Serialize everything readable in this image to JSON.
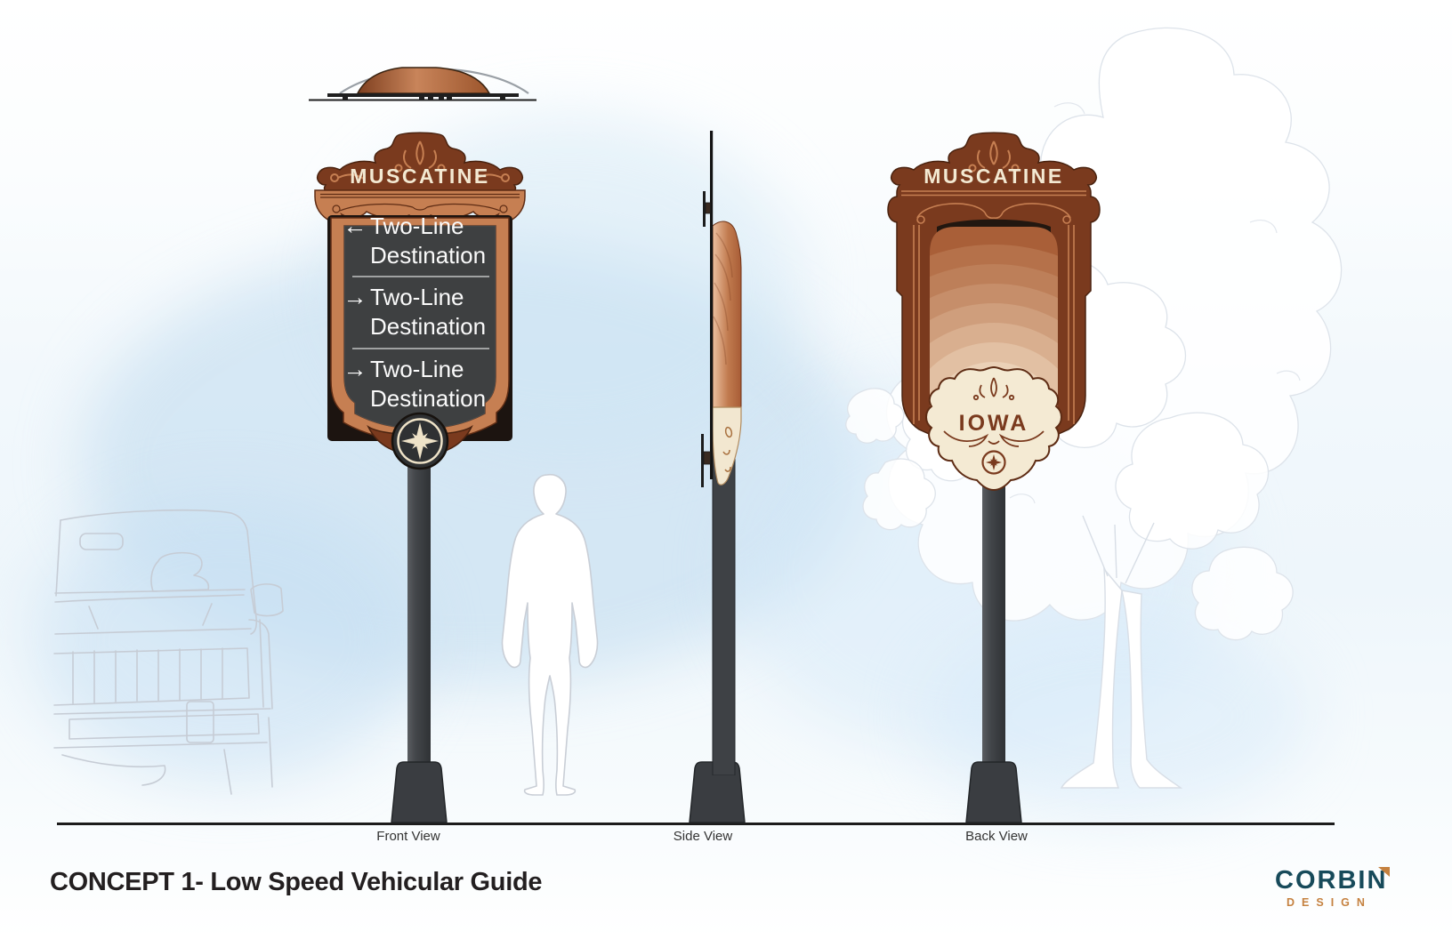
{
  "title": "CONCEPT 1- Low Speed Vehicular Guide",
  "view_labels": {
    "front": "Front View",
    "side": "Side View",
    "back": "Back View"
  },
  "front_sign": {
    "city": "MUSCATINE",
    "destinations": [
      {
        "arrow": "←",
        "line1": "Two-Line",
        "line2": "Destination"
      },
      {
        "arrow": "→",
        "line1": "Two-Line",
        "line2": "Destination"
      },
      {
        "arrow": "→",
        "line1": "Two-Line",
        "line2": "Destination"
      }
    ]
  },
  "back_sign": {
    "city": "MUSCATINE",
    "state": "IOWA"
  },
  "logo": {
    "name": "CORBIN",
    "sub": "DESIGN"
  },
  "colors": {
    "dark_brown": "#7a3a1e",
    "copper": "#c67f52",
    "cream": "#f3e9d2",
    "panel_charcoal": "#3e4041",
    "pole_gray": "#3c3f43",
    "logo_teal": "#174a5a",
    "logo_orange": "#c5813f",
    "sky_wash": "#dcecf8"
  }
}
